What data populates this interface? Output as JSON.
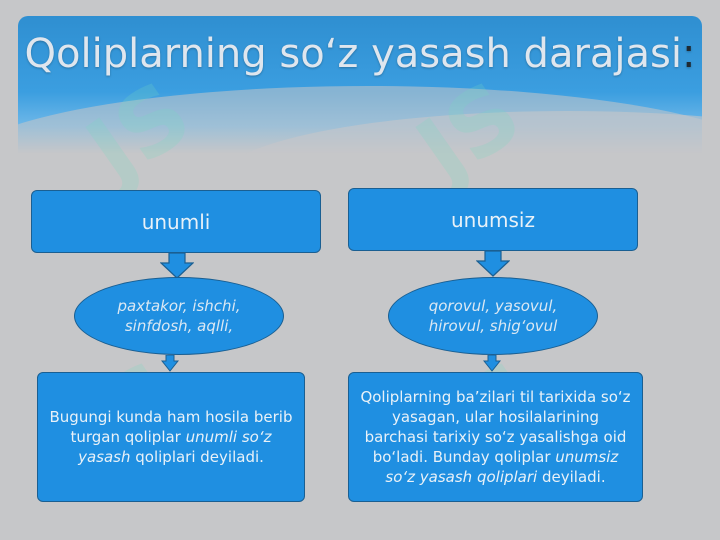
{
  "slide": {
    "title_main": "Qoliplarning so‘z yasash darajasi",
    "title_colon": ":"
  },
  "left": {
    "category": "unumli",
    "examples": "paxtakor, ishchi, sinfdosh, aqlli,",
    "description_pre": "Bugungi kunda ham hosila berib turgan qoliplar ",
    "description_em": "unumli so‘z yasash",
    "description_post": " qoliplari deyiladi."
  },
  "right": {
    "category": "unumsiz",
    "examples": "qorovul, yasovul, hirovul, shig‘ovul",
    "description_pre": "Qoliplarning ba’zilari til tarixida so‘z yasagan, ular hosilalarining barchasi tarixiy so‘z yasalishga oid bo‘ladi. Bunday qoliplar ",
    "description_em": "unumsiz so‘z yasash qoliplari",
    "description_post": " deyiladi."
  },
  "colors": {
    "box_fill": "#1f8fe1",
    "box_border": "#1a5f92",
    "background": "#c6c7c9",
    "header": "#3b9ee0"
  }
}
